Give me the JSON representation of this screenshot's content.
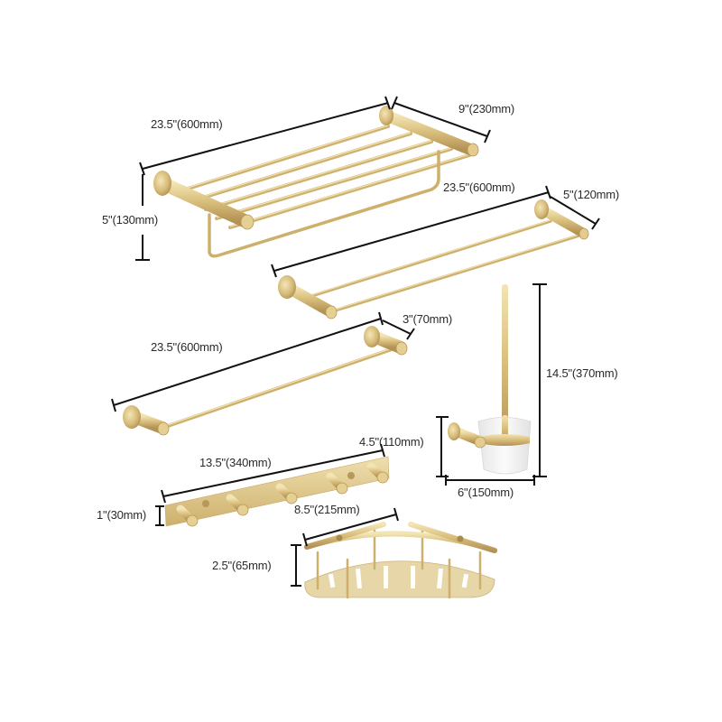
{
  "colors": {
    "background": "#ffffff",
    "gold": "#d9bf7c",
    "gold_dark": "#b8985a",
    "gold_light": "#f0e0ad",
    "dimension_line": "#111111",
    "label_text": "#2a2a2a",
    "frosted_glass": "#f1f1f1"
  },
  "products": [
    {
      "name": "towel-shelf-rack",
      "dimensions": {
        "length": "23.5\"(600mm)",
        "depth": "9\"(230mm)",
        "height": "5\"(130mm)"
      }
    },
    {
      "name": "double-towel-bar",
      "dimensions": {
        "length": "23.5\"(600mm)",
        "depth": "5\"(120mm)"
      }
    },
    {
      "name": "single-towel-bar",
      "dimensions": {
        "length": "23.5\"(600mm)",
        "depth": "3\"(70mm)"
      }
    },
    {
      "name": "toilet-brush-holder",
      "dimensions": {
        "height": "14.5\"(370mm)",
        "width": "6\"(150mm)"
      }
    },
    {
      "name": "robe-hook-rail",
      "dimensions": {
        "length": "13.5\"(340mm)",
        "depth": "4.5\"(110mm)",
        "height": "1\"(30mm)"
      }
    },
    {
      "name": "corner-shower-basket",
      "dimensions": {
        "width": "8.5\"(215mm)",
        "height": "2.5\"(65mm)"
      }
    }
  ]
}
